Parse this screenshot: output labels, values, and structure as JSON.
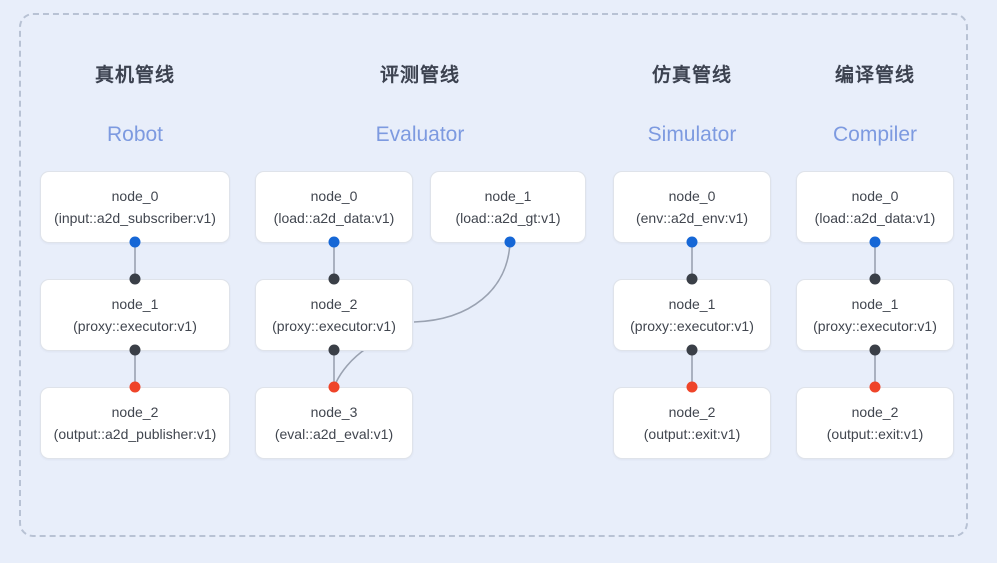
{
  "canvas": {
    "background": "#e8eefa",
    "frame_border": "#b8c2d4"
  },
  "colors": {
    "port_in": "#1667d6",
    "port_mid": "#3a3f47",
    "port_out": "#ef4429",
    "edge": "#9aa2b1",
    "heading_cn": "#3c4250",
    "heading_en": "#7d9ae0",
    "node_text": "#41464f",
    "node_border": "#dfe3ea"
  },
  "columns": [
    {
      "id": "robot",
      "title_cn": "真机管线",
      "title_en": "Robot",
      "nodes": [
        {
          "id": "robot-node-0",
          "name": "node_0",
          "spec": "(input::a2d_subscriber:v1)"
        },
        {
          "id": "robot-node-1",
          "name": "node_1",
          "spec": "(proxy::executor:v1)"
        },
        {
          "id": "robot-node-2",
          "name": "node_2",
          "spec": "(output::a2d_publisher:v1)"
        }
      ]
    },
    {
      "id": "evaluator",
      "title_cn": "评测管线",
      "title_en": "Evaluator",
      "nodes": [
        {
          "id": "eval-node-0",
          "name": "node_0",
          "spec": "(load::a2d_data:v1)"
        },
        {
          "id": "eval-node-1",
          "name": "node_1",
          "spec": "(load::a2d_gt:v1)"
        },
        {
          "id": "eval-node-2",
          "name": "node_2",
          "spec": "(proxy::executor:v1)"
        },
        {
          "id": "eval-node-3",
          "name": "node_3",
          "spec": "(eval::a2d_eval:v1)"
        }
      ]
    },
    {
      "id": "simulator",
      "title_cn": "仿真管线",
      "title_en": "Simulator",
      "nodes": [
        {
          "id": "sim-node-0",
          "name": "node_0",
          "spec": "(env::a2d_env:v1)"
        },
        {
          "id": "sim-node-1",
          "name": "node_1",
          "spec": "(proxy::executor:v1)"
        },
        {
          "id": "sim-node-2",
          "name": "node_2",
          "spec": "(output::exit:v1)"
        }
      ]
    },
    {
      "id": "compiler",
      "title_cn": "编译管线",
      "title_en": "Compiler",
      "nodes": [
        {
          "id": "comp-node-0",
          "name": "node_0",
          "spec": "(load::a2d_data:v1)"
        },
        {
          "id": "comp-node-1",
          "name": "node_1",
          "spec": "(proxy::executor:v1)"
        },
        {
          "id": "comp-node-2",
          "name": "node_2",
          "spec": "(output::exit:v1)"
        }
      ]
    }
  ]
}
